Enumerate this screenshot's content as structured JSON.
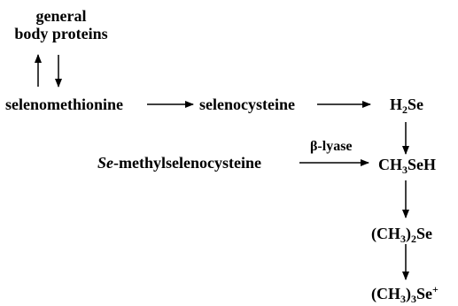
{
  "nodes": {
    "general": "general",
    "body_proteins": "body proteins",
    "selenomethionine": "selenomethionine",
    "selenocysteine": "selenocysteine",
    "h2se_h": "H",
    "h2se_sub": "2",
    "h2se_se": "Se",
    "semsc_italic": "Se",
    "semsc_rest": "-methylselenocysteine",
    "ch3seh_ch": "CH",
    "ch3seh_sub": "3",
    "ch3seh_rest": "SeH",
    "dms_open": "(CH",
    "dms_sub1": "3",
    "dms_close": ")",
    "dms_sub2": "2",
    "dms_se": "Se",
    "tms_open": "(CH",
    "tms_sub1": "3",
    "tms_close": ")",
    "tms_sub2": "3",
    "tms_se": "Se",
    "tms_sup": "+"
  },
  "edge_labels": {
    "beta_lyase": "β-lyase"
  },
  "colors": {
    "ink": "#000000",
    "background": "#ffffff"
  }
}
